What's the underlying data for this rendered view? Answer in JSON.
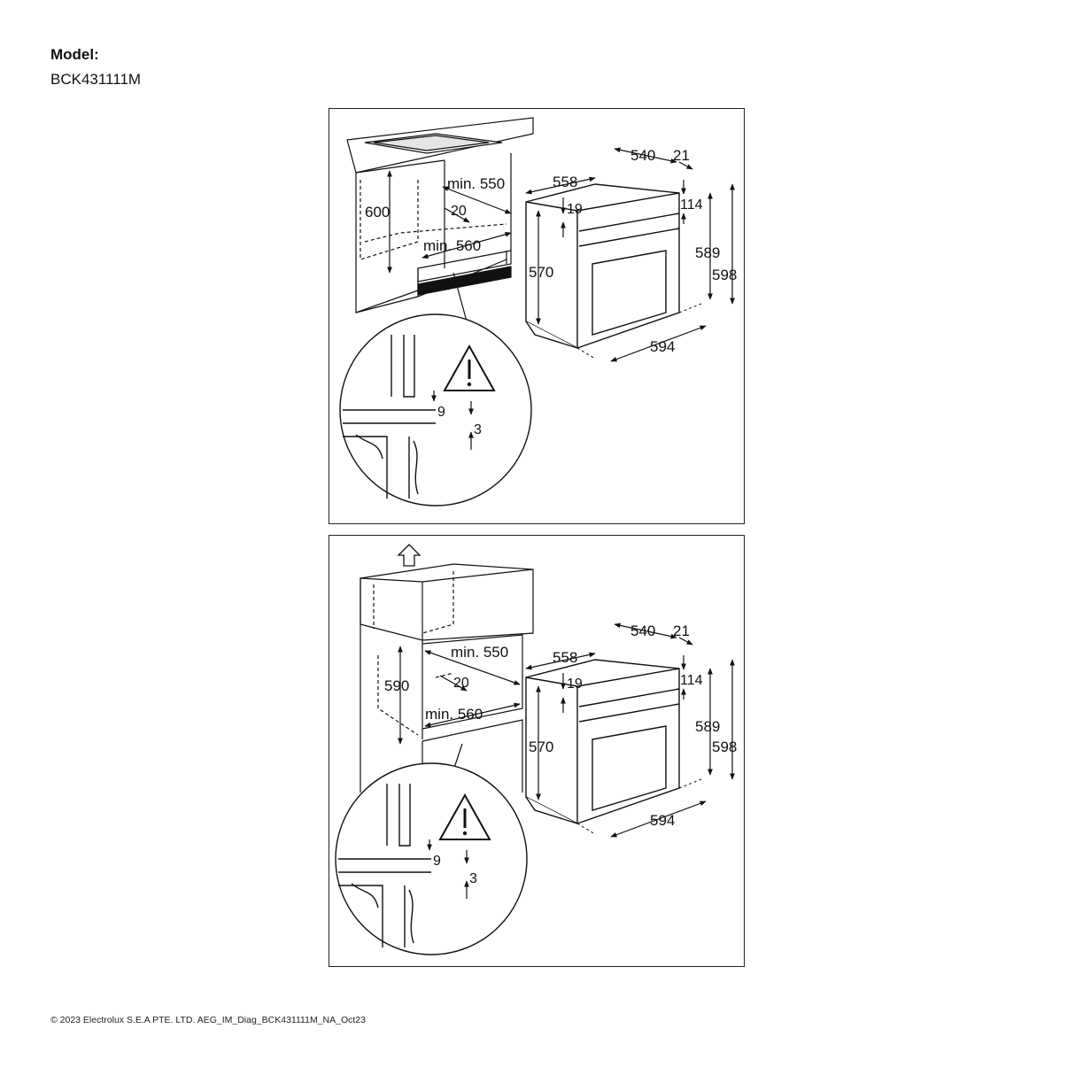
{
  "header": {
    "model_label": "Model:",
    "model_value": "BCK431111M"
  },
  "footer": {
    "copyright": "© 2023 Electrolux S.E.A PTE. LTD.  AEG_IM_Diag_BCK431111M_NA_Oct23"
  },
  "panel_top": {
    "cabinet_height": "600",
    "min_width": "min. 550",
    "gap_20": "20",
    "min_depth": "min. 560",
    "oven_width_top": "558",
    "oven_depth": "540",
    "oven_door": "21",
    "oven_19": "19",
    "oven_114": "114",
    "oven_570": "570",
    "oven_589": "589",
    "oven_598": "598",
    "oven_594": "594",
    "detail_9": "9",
    "detail_3": "3"
  },
  "panel_bottom": {
    "cabinet_height": "590",
    "min_width": "min. 550",
    "gap_20": "20",
    "min_depth": "min. 560",
    "oven_width_top": "558",
    "oven_depth": "540",
    "oven_door": "21",
    "oven_19": "19",
    "oven_114": "114",
    "oven_570": "570",
    "oven_589": "589",
    "oven_598": "598",
    "oven_594": "594",
    "detail_9": "9",
    "detail_3": "3"
  }
}
